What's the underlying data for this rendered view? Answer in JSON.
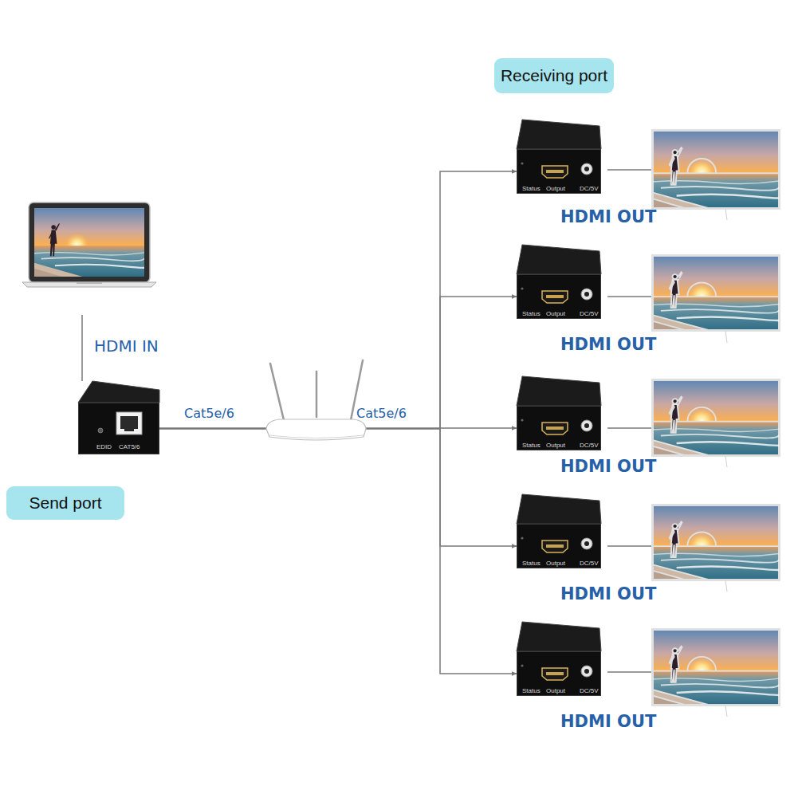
{
  "diagram": {
    "nodes": [
      {
        "text": [
          "EDID",
          "CAT5/6"
        ]
      },
      {
        "text": [
          "Send port"
        ]
      },
      {
        "text": [
          "Receiving port"
        ]
      },
      {
        "text": [
          "Status",
          "Output",
          "DC/5V"
        ]
      },
      {
        "text": [
          "Status",
          "Output",
          "DC/5V"
        ]
      },
      {
        "text": [
          "Status",
          "Output",
          "DC/5V"
        ]
      },
      {
        "text": [
          "Status",
          "Output",
          "DC/5V"
        ]
      },
      {
        "text": [
          "Status",
          "Output",
          "DC/5V"
        ]
      }
    ],
    "edges": [
      {
        "from": 0,
        "to": 3,
        "arrow": "to"
      },
      {
        "from": 0,
        "to": 4,
        "arrow": "to"
      },
      {
        "from": 0,
        "to": 5,
        "arrow": "to"
      },
      {
        "from": 0,
        "to": 6,
        "arrow": "to"
      },
      {
        "from": 0,
        "to": 7,
        "arrow": "to"
      }
    ],
    "labels": [
      "HDMI IN",
      "Cat5e/6",
      "Cat5e/6",
      "HDMI OUT",
      "HDMI OUT",
      "HDMI OUT",
      "HDMI OUT",
      "HDMI OUT"
    ]
  }
}
